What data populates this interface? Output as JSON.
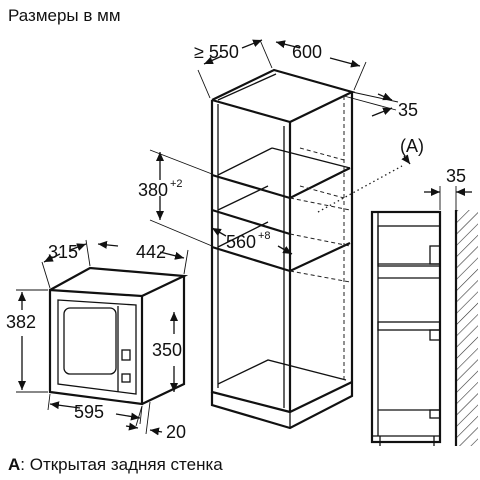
{
  "title": "Размеры в мм",
  "caption": {
    "key": "A",
    "text": ": Открытая задняя стенка"
  },
  "dimensions": {
    "cabinet_depth": "≥ 550",
    "cabinet_width": "600",
    "rear_gap": "35",
    "niche_height": "380",
    "niche_height_tol": "+2",
    "niche_width": "560",
    "niche_width_tol": "+8",
    "oven_depth": "315",
    "oven_width_top": "442",
    "oven_height": "382",
    "oven_inner_height": "350",
    "oven_width": "595",
    "frame_depth": "20",
    "side_gap": "35"
  },
  "callout_label": "(A)"
}
